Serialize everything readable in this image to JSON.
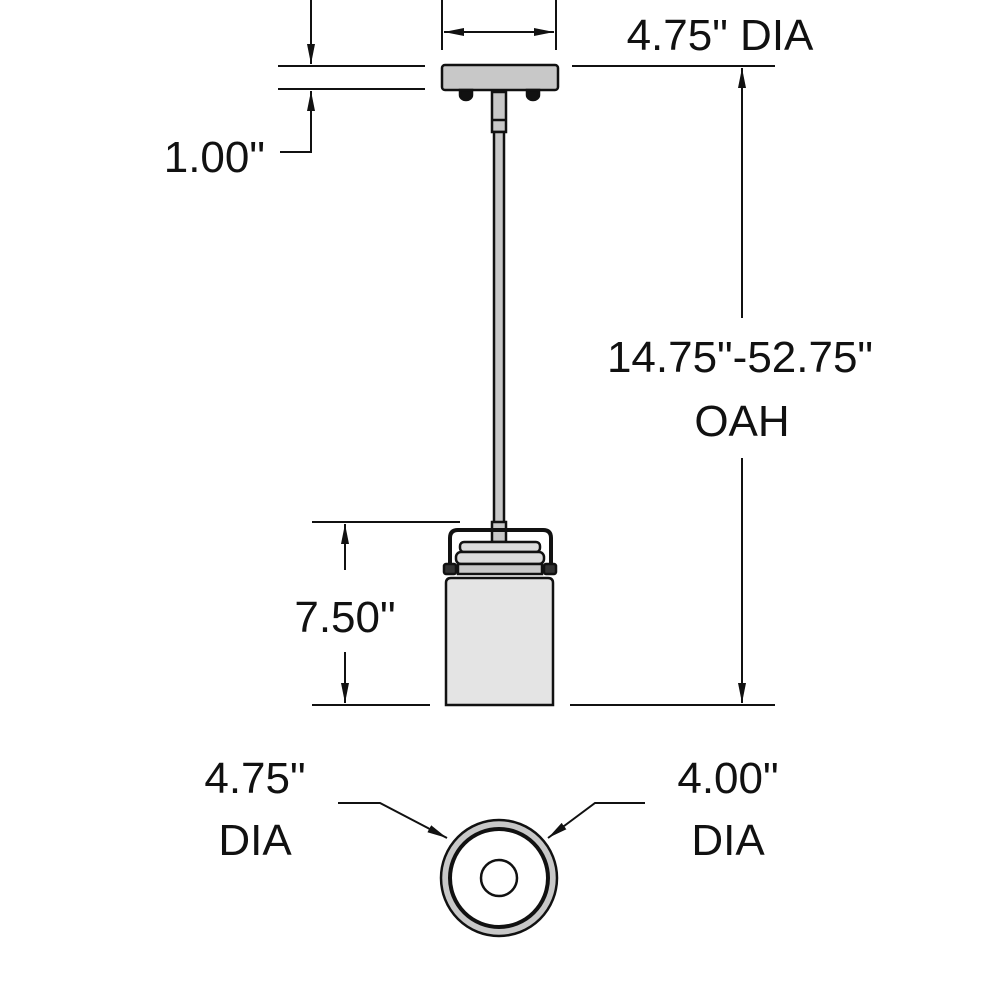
{
  "title": "Pendant light dimension drawing",
  "dimensions": {
    "canopy_dia": "4.75\" DIA",
    "canopy_height": "1.00\"",
    "oah_range": "14.75\"-52.75\"",
    "oah_label": "OAH",
    "shade_height": "7.50\"",
    "outer_dia_value": "4.75\"",
    "outer_dia_label": "DIA",
    "inner_dia_value": "4.00\"",
    "inner_dia_label": "DIA"
  },
  "colors": {
    "line": "#111111",
    "metal": "#c8c8c8",
    "glass": "#e4e4e4"
  }
}
